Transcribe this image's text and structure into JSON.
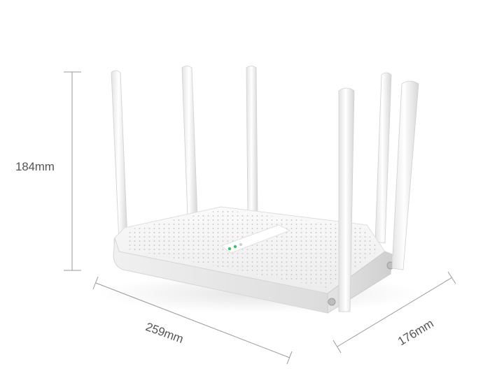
{
  "dimensions": {
    "height": "184mm",
    "width": "259mm",
    "depth": "176mm"
  },
  "colors": {
    "background": "#ffffff",
    "dimension_text": "#555555",
    "dimension_line": "#9a9a9a",
    "router_body": "#f4f4f4",
    "router_shadow": "#d9d9d9",
    "led": "#3ec06a"
  },
  "icons": {
    "device": "router-illustration"
  }
}
